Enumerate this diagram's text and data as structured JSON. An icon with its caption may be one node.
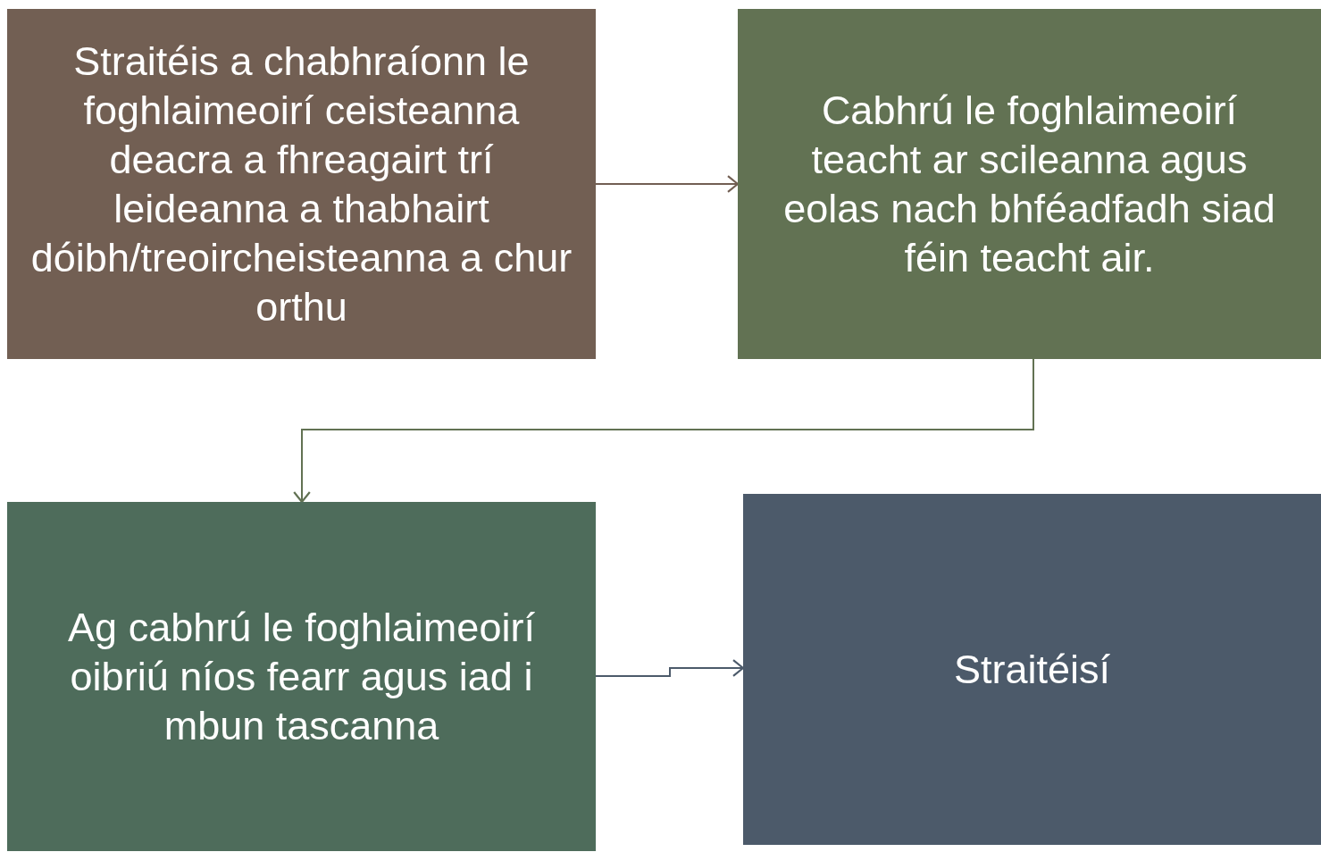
{
  "diagram": {
    "nodes": [
      {
        "text": [
          "Straitéis a chabhraíonn le foghlaimeoirí ceisteanna deacra a fhreagairt trí leideanna a thabhairt dóibh/treoircheisteanna a chur orthu"
        ]
      },
      {
        "text": [
          "Cabhrú le foghlaimeoirí teacht ar scileanna agus eolas nach bhféadfadh siad féin teacht air."
        ]
      },
      {
        "text": [
          "Ag cabhrú le foghlaimeoirí oibriú níos fearr agus iad i mbun tascanna"
        ]
      },
      {
        "text": [
          "Straitéisí"
        ]
      }
    ],
    "edges": [
      {
        "from": 0,
        "to": 1,
        "arrow": "to",
        "color": "#725f53"
      },
      {
        "from": 1,
        "to": 2,
        "arrow": "to",
        "color": "#627253"
      },
      {
        "from": 2,
        "to": 3,
        "arrow": "to",
        "color": "#4c5a6a"
      }
    ]
  }
}
